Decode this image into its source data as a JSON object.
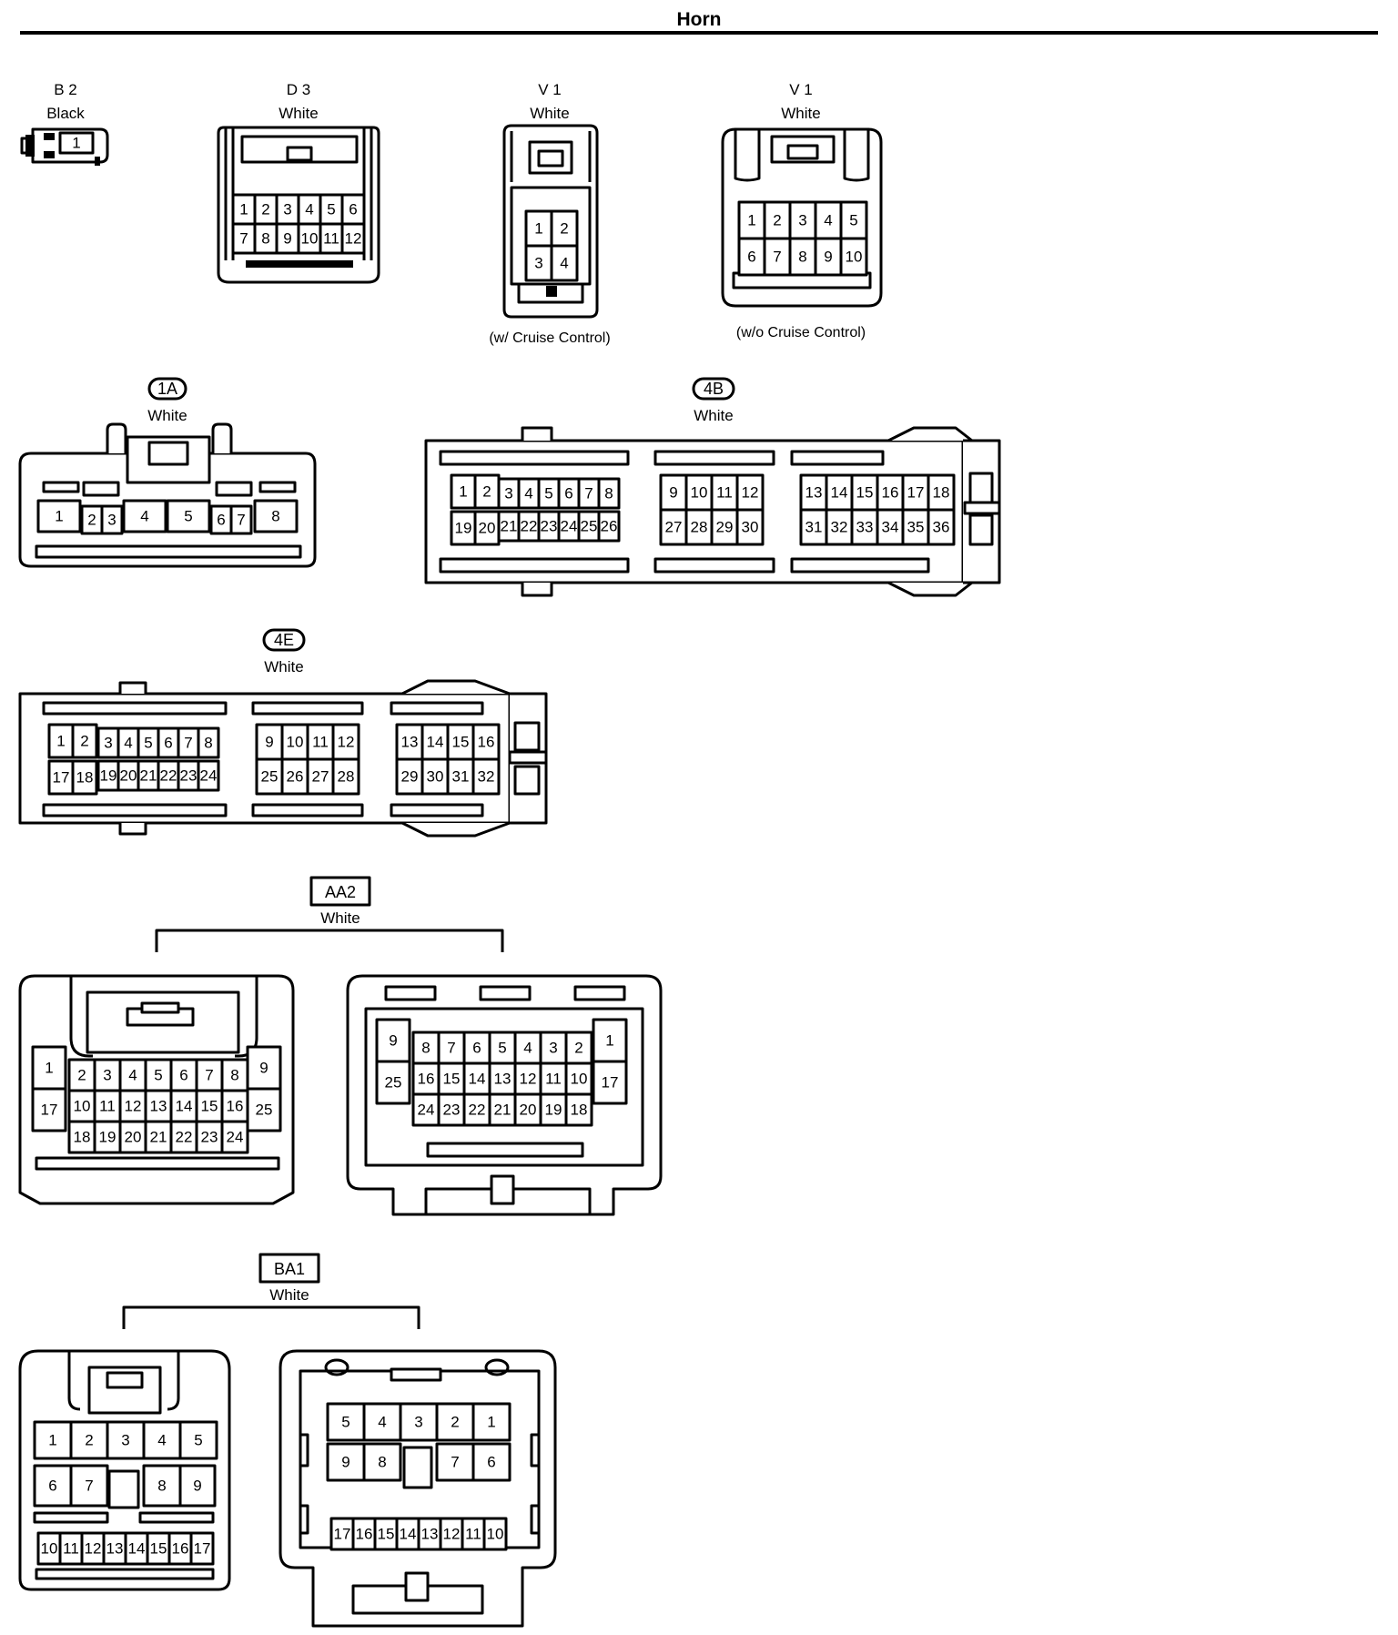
{
  "title": "Horn",
  "connectors": [
    {
      "id": "B2",
      "code": "B 2",
      "color": "Black",
      "pins": [
        "1"
      ]
    },
    {
      "id": "D3",
      "code": "D 3",
      "color": "White",
      "pins": [
        "1",
        "2",
        "3",
        "4",
        "5",
        "6",
        "7",
        "8",
        "9",
        "10",
        "11",
        "12"
      ]
    },
    {
      "id": "V1a",
      "code": "V 1",
      "color": "White",
      "note": "(w/ Cruise Control)",
      "pins": [
        "1",
        "2",
        "3",
        "4"
      ]
    },
    {
      "id": "V1b",
      "code": "V 1",
      "color": "White",
      "note": "(w/o Cruise Control)",
      "pins": [
        "1",
        "2",
        "3",
        "4",
        "5",
        "6",
        "7",
        "8",
        "9",
        "10"
      ]
    },
    {
      "id": "1A",
      "code": "1A",
      "color": "White",
      "pins": [
        "1",
        "2",
        "3",
        "4",
        "5",
        "6",
        "7",
        "8"
      ]
    },
    {
      "id": "4B",
      "code": "4B",
      "color": "White",
      "pins": [
        "1",
        "2",
        "3",
        "4",
        "5",
        "6",
        "7",
        "8",
        "9",
        "10",
        "11",
        "12",
        "13",
        "14",
        "15",
        "16",
        "17",
        "18",
        "19",
        "20",
        "21",
        "22",
        "23",
        "24",
        "25",
        "26",
        "27",
        "28",
        "29",
        "30",
        "31",
        "32",
        "33",
        "34",
        "35",
        "36"
      ]
    },
    {
      "id": "4E",
      "code": "4E",
      "color": "White",
      "pins": [
        "1",
        "2",
        "3",
        "4",
        "5",
        "6",
        "7",
        "8",
        "9",
        "10",
        "11",
        "12",
        "13",
        "14",
        "15",
        "16",
        "17",
        "18",
        "19",
        "20",
        "21",
        "22",
        "23",
        "24",
        "25",
        "26",
        "27",
        "28",
        "29",
        "30",
        "31",
        "32"
      ]
    },
    {
      "id": "AA2",
      "code": "AA2",
      "color": "White",
      "pins": [
        "1",
        "2",
        "3",
        "4",
        "5",
        "6",
        "7",
        "8",
        "9",
        "10",
        "11",
        "12",
        "13",
        "14",
        "15",
        "16",
        "17",
        "18",
        "19",
        "20",
        "21",
        "22",
        "23",
        "24",
        "25"
      ]
    },
    {
      "id": "BA1",
      "code": "BA1",
      "color": "White",
      "pins": [
        "1",
        "2",
        "3",
        "4",
        "5",
        "6",
        "7",
        "8",
        "9",
        "10",
        "11",
        "12",
        "13",
        "14",
        "15",
        "16",
        "17"
      ]
    }
  ]
}
